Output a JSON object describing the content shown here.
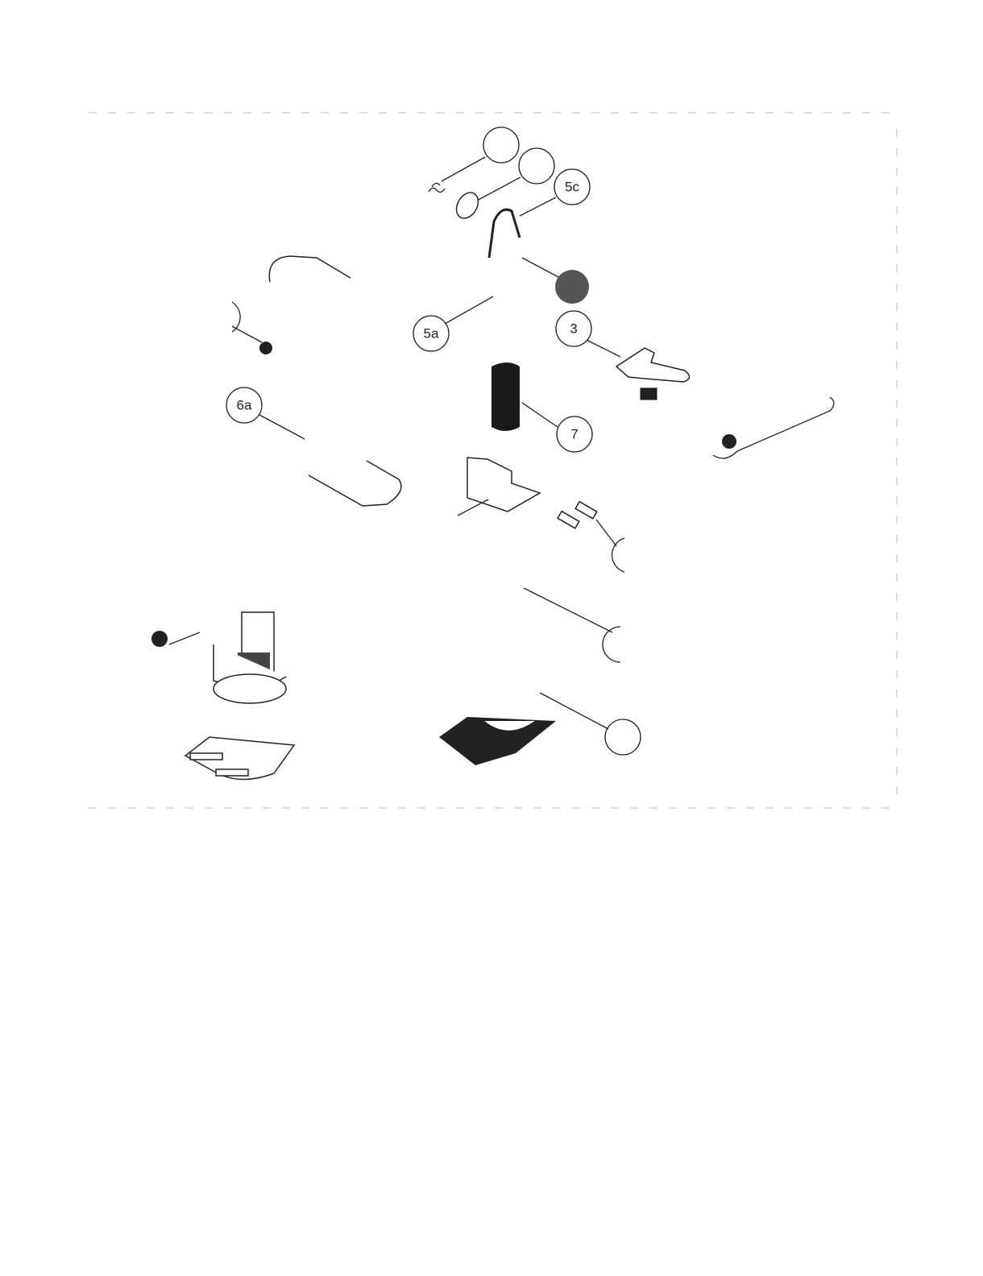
{
  "diagram": {
    "type": "exploded-parts-view",
    "callouts": [
      {
        "id": "5c",
        "label": "5c"
      },
      {
        "id": "5a",
        "label": "5a"
      },
      {
        "id": "3",
        "label": "3"
      },
      {
        "id": "7",
        "label": "7"
      },
      {
        "id": "6a",
        "label": "6a"
      }
    ]
  }
}
